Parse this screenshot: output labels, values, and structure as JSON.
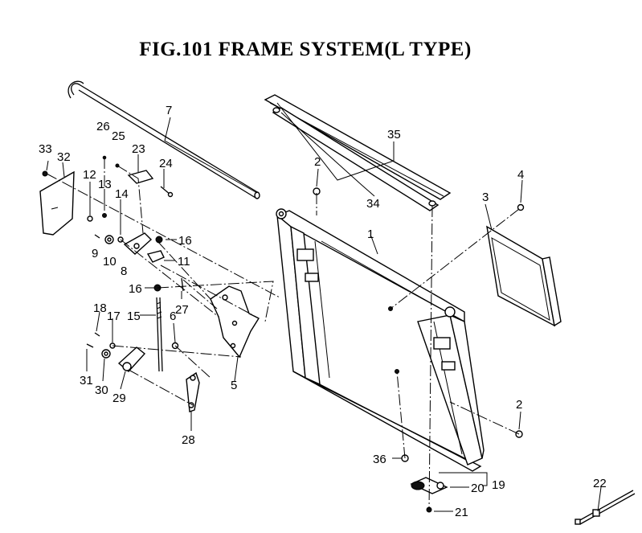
{
  "title": "FIG.101  FRAME SYSTEM(L TYPE)",
  "labels": {
    "1": "1",
    "2a": "2",
    "2b": "2",
    "3": "3",
    "4": "4",
    "5": "5",
    "6": "6",
    "7": "7",
    "8": "8",
    "9": "9",
    "10": "10",
    "11": "11",
    "12": "12",
    "13": "13",
    "14": "14",
    "15": "15",
    "16a": "16",
    "16b": "16",
    "17": "17",
    "18": "18",
    "19": "19",
    "20": "20",
    "21": "21",
    "22": "22",
    "23": "23",
    "24": "24",
    "25": "25",
    "26": "26",
    "27": "27",
    "28": "28",
    "29": "29",
    "30": "30",
    "31": "31",
    "32": "32",
    "33": "33",
    "34": "34",
    "35": "35",
    "36": "36"
  }
}
